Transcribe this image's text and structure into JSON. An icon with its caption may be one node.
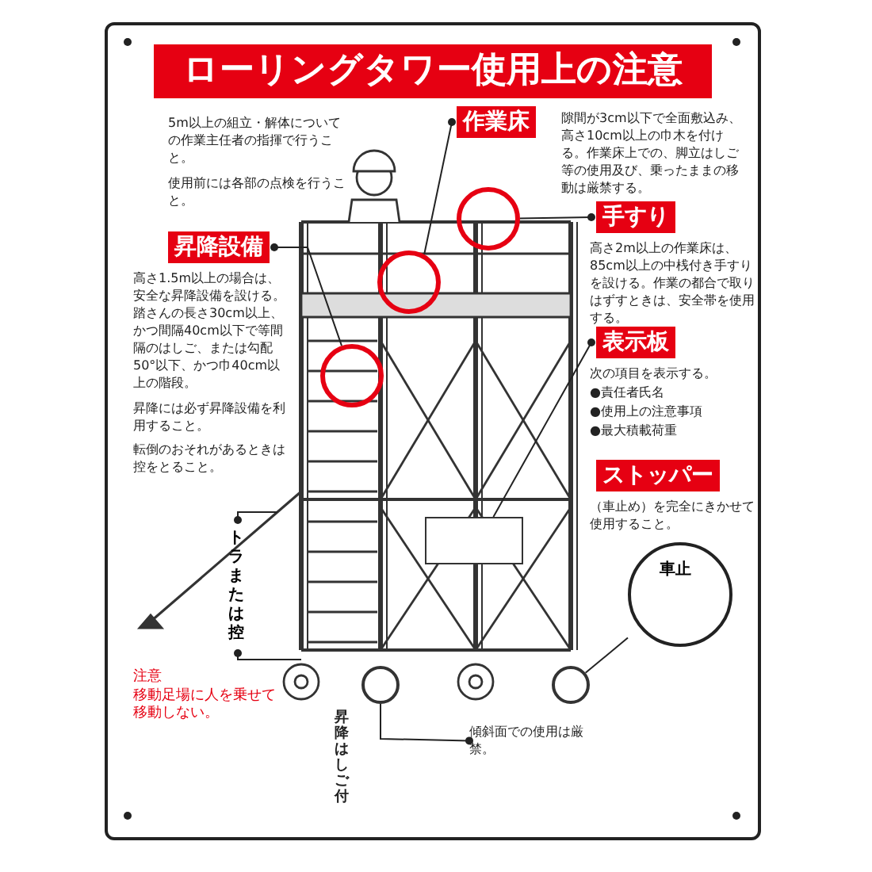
{
  "diagram": {
    "title": "ローリングタワー使用上の注意",
    "nodes": [
      {
        "text": [
          "作業床",
          "隙間が3cm以下で全面敷込み、高さ10cm以上の巾木を付ける。作業床上での、脚立はしご等の使用及び、乗ったままの移動は厳禁する。"
        ]
      },
      {
        "text": [],
        "shape": "circle"
      },
      {
        "text": [
          "手すり",
          "高さ2m以上の作業床は、85cm以上の中桟付き手すりを設ける。作業の都合で取りはずすときは、安全帯を使用する。"
        ]
      },
      {
        "text": [],
        "shape": "circle"
      },
      {
        "text": [
          "昇降設備",
          "高さ1.5m以上の場合は、安全な昇降設備を設ける。踏さんの長さ30cm以上、かつ間隔40cm以下で等間隔のはしご、または勾配50°以下、かつ巾40cm以上の階段。"
        ]
      },
      {
        "text": [],
        "shape": "circle"
      },
      {
        "text": [
          "表示板",
          "次の項目を表示する。",
          "●責任者氏名",
          "●使用上の注意事項",
          "●最大積載荷重"
        ]
      },
      {
        "text": [],
        "shape": "box"
      },
      {
        "text": [
          "ストッパー",
          "（車止め）を完全にきかせて使用すること。"
        ]
      },
      {
        "text": [
          "トラまたは控"
        ]
      },
      {
        "text": [
          "車止"
        ]
      },
      {
        "text": [],
        "shape": "circle"
      },
      {
        "text": [
          "傾斜面での使用は厳禁。"
        ]
      },
      {
        "text": [],
        "shape": "circle"
      }
    ],
    "edges": [
      {
        "from": 0,
        "to": 1,
        "arrow": "other"
      },
      {
        "from": 2,
        "to": 3,
        "arrow": "other"
      },
      {
        "from": 4,
        "to": 5,
        "arrow": "other"
      },
      {
        "from": 6,
        "to": 7,
        "arrow": "other"
      },
      {
        "from": 9,
        "to": null,
        "arrow": "other"
      },
      {
        "from": 9,
        "to": null,
        "arrow": "other"
      },
      {
        "from": 10,
        "to": 11,
        "arrow": "none"
      },
      {
        "from": 12,
        "to": 13,
        "arrow": "other"
      }
    ],
    "labels": [
      "5m以上の組立・解体についての作業主任者の指揮で行うこと。",
      "使用前には各部の点検を行うこと。",
      "昇降には必ず昇降設備を利用すること。",
      "転倒のおそれがあるときは控をとること。",
      "注意",
      "移動足場に人を乗せて移動しない。",
      "昇降はしご付"
    ]
  }
}
